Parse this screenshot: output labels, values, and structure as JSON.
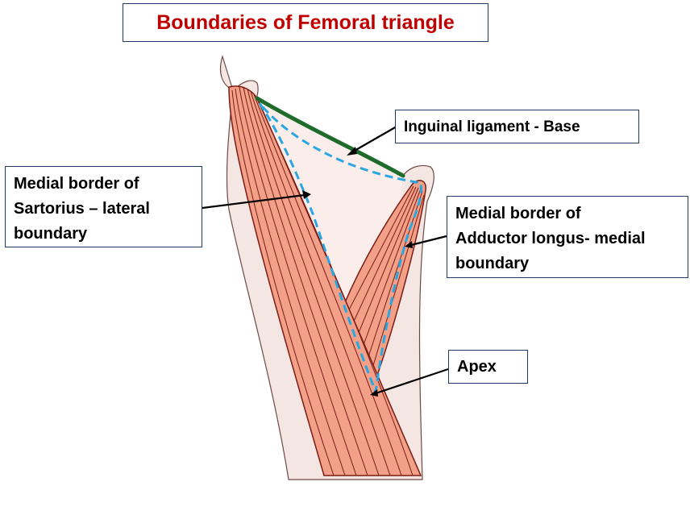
{
  "title": "Boundaries of Femoral triangle",
  "labels": {
    "base": "Inguinal ligament - Base",
    "lateral": [
      "Medial border of",
      "Sartorius – lateral",
      "boundary"
    ],
    "medial": [
      "Medial border of",
      "Adductor longus- medial",
      "boundary"
    ],
    "apex": "Apex"
  },
  "colors": {
    "title": "#c00000",
    "box_border": "#1f3864",
    "thigh_fill": "#f4e6e2",
    "triangle_fill": "#fbeeea",
    "muscle_fill": "#f2a088",
    "muscle_outline": "#7b1c14",
    "ligament": "#1e6b2b",
    "dashed_boundary": "#2aa6e0",
    "arrow": "#000000"
  }
}
